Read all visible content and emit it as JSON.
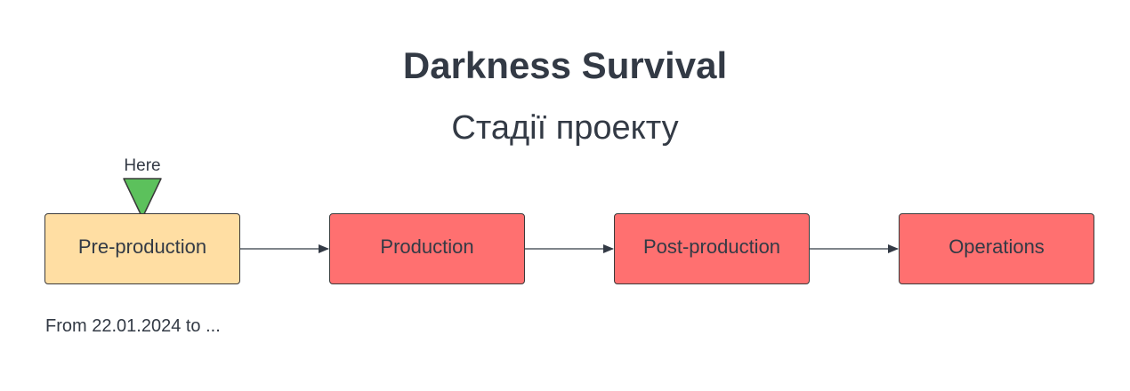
{
  "title": "Darkness Survival",
  "subtitle": "Стадії проекту",
  "marker": {
    "label": "Here",
    "color": "#5cc15c"
  },
  "stages": [
    {
      "label": "Pre-production",
      "status": "current",
      "color": "#ffdea3"
    },
    {
      "label": "Production",
      "status": "pending",
      "color": "#ff7070"
    },
    {
      "label": "Post-production",
      "status": "pending",
      "color": "#ff7070"
    },
    {
      "label": "Operations",
      "status": "pending",
      "color": "#ff7070"
    }
  ],
  "note": "From 22.01.2024 to ..."
}
